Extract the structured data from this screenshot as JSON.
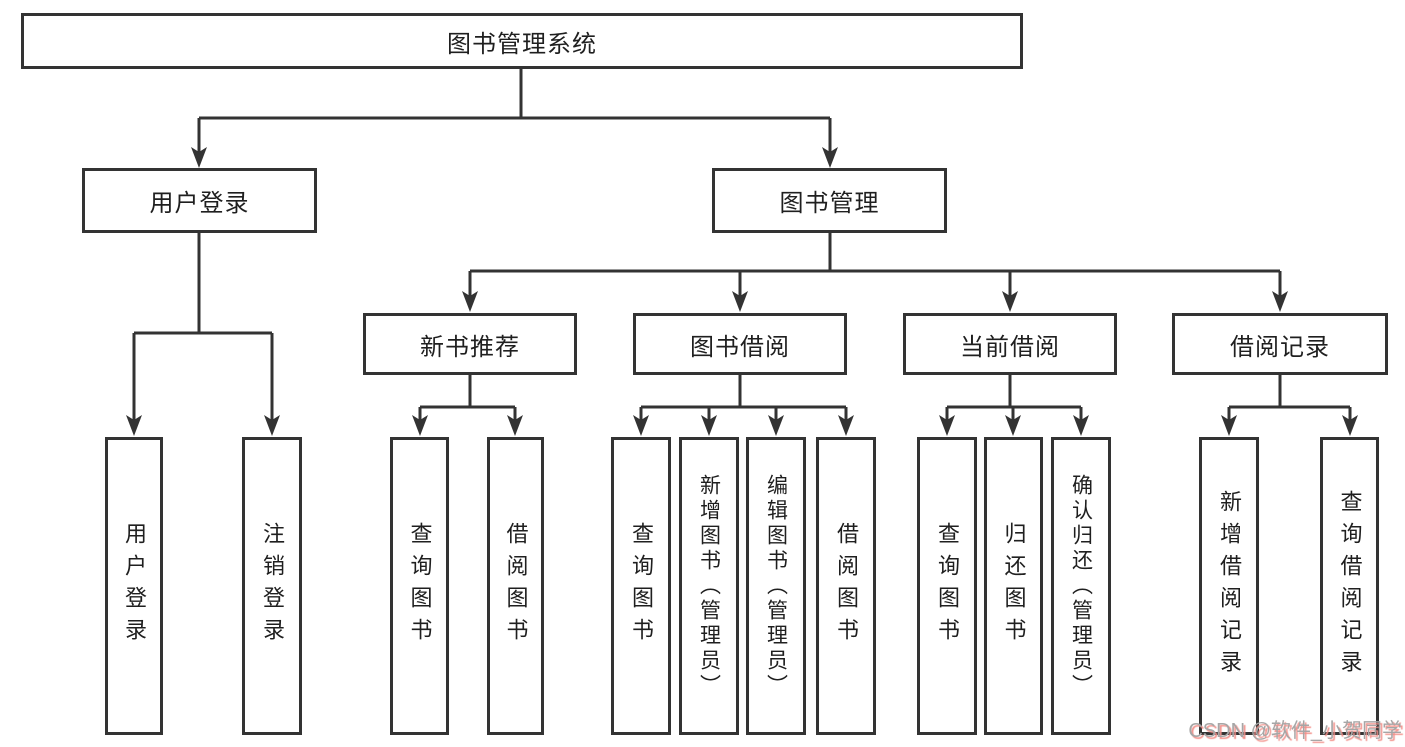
{
  "diagram": {
    "root": {
      "label": "图书管理系统"
    },
    "branches": {
      "user_login": {
        "label": "用户登录",
        "children": {
          "login": {
            "label": "用户登录"
          },
          "logout": {
            "label": "注销登录"
          }
        }
      },
      "book_management": {
        "label": "图书管理",
        "sections": {
          "new_book_recommend": {
            "label": "新书推荐",
            "children": {
              "query_books": {
                "label": "查询图书"
              },
              "borrow_books": {
                "label": "借阅图书"
              }
            }
          },
          "book_borrowing": {
            "label": "图书借阅",
            "children": {
              "query_books": {
                "label": "查询图书"
              },
              "add_books_admin": {
                "label": "新增图书（管理员）"
              },
              "edit_books_admin": {
                "label": "编辑图书（管理员）"
              },
              "borrow_books": {
                "label": "借阅图书"
              }
            }
          },
          "current_borrowing": {
            "label": "当前借阅",
            "children": {
              "query_books": {
                "label": "查询图书"
              },
              "return_books": {
                "label": "归还图书"
              },
              "confirm_return_admin": {
                "label": "确认归还（管理员）"
              }
            }
          },
          "borrowing_records": {
            "label": "借阅记录",
            "children": {
              "add_borrow_record": {
                "label": "新增借阅记录"
              },
              "query_borrow_record": {
                "label": "查询借阅记录"
              }
            }
          }
        }
      }
    },
    "watermark": {
      "text": "CSDN @软件_小贺同学"
    },
    "colors": {
      "line": "#333333",
      "box_border": "#333333",
      "text": "#1f1f1f",
      "background": "#ffffff",
      "watermark_text": "#a6a6a6",
      "watermark_shadow": "#f2908a"
    }
  }
}
